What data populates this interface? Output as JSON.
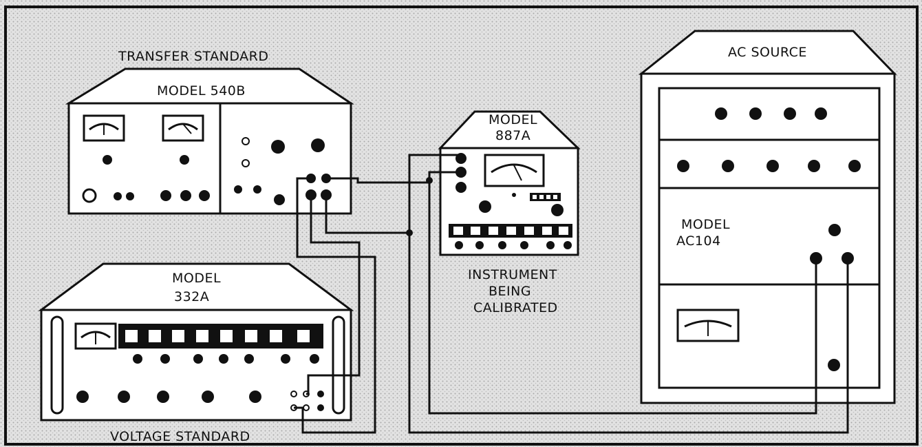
{
  "labels": {
    "transfer_standard": "TRANSFER STANDARD",
    "transfer_model": "MODEL  540B",
    "meter_model_line1": "MODEL",
    "meter_model_line2": "887A",
    "instrument_line1": "INSTRUMENT",
    "instrument_line2": "BEING",
    "instrument_line3": "CALIBRATED",
    "ac_source": "AC SOURCE",
    "ac_model_line1": "MODEL",
    "ac_model_line2": "AC104",
    "voltage_model_line1": "MODEL",
    "voltage_model_line2": "332A",
    "voltage_standard": "VOLTAGE STANDARD"
  },
  "colors": {
    "ink": "#111111",
    "paper": "#ffffff",
    "halftone": "#cfcfcf"
  }
}
